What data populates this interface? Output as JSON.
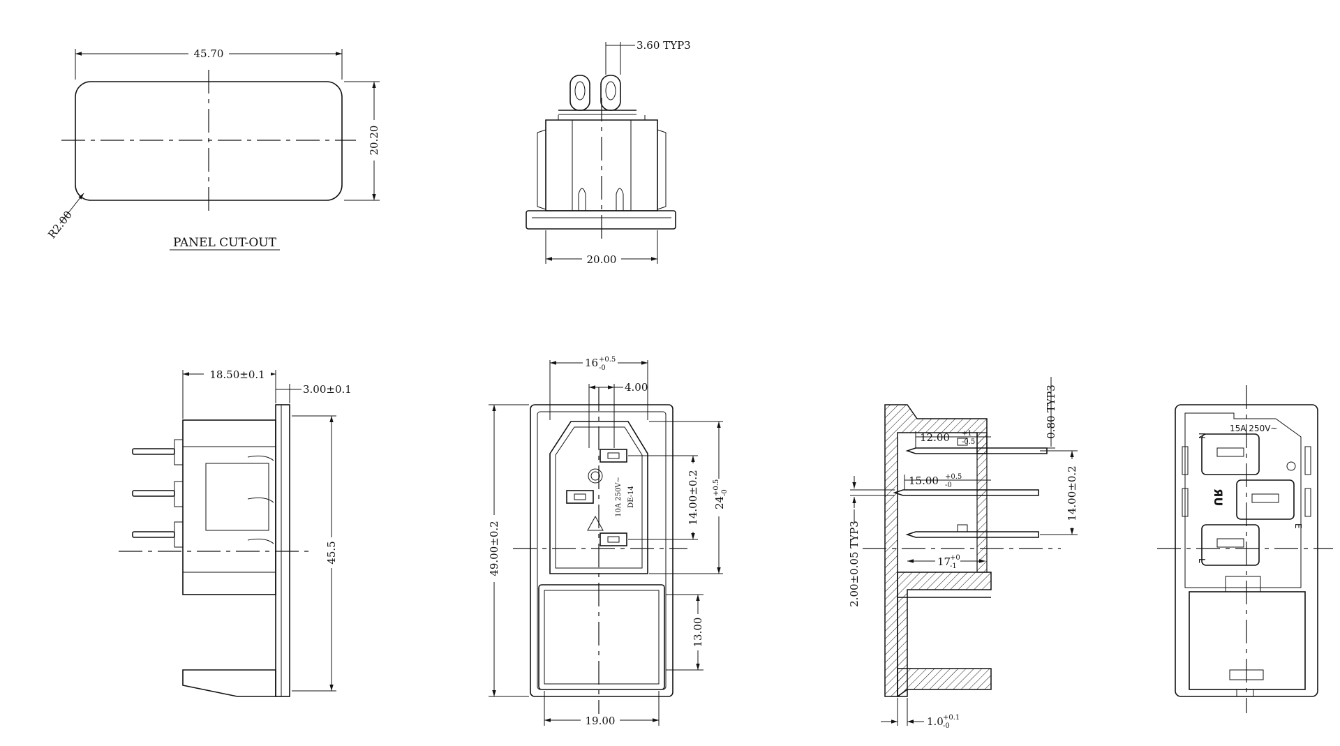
{
  "panel_cutout": {
    "title": "PANEL CUT-OUT",
    "width": "45.70",
    "height": "20.20",
    "radius": "R2.00"
  },
  "top_view": {
    "pin_pitch": "3.60 TYP3",
    "width": "20.00"
  },
  "side_view": {
    "depth": "18.50±0.1",
    "flange": "3.00±0.1",
    "height": "45.5"
  },
  "front_view": {
    "inlet_width": "16",
    "inlet_width_tol_upper": "+0.5",
    "inlet_width_tol_lower": "-0",
    "pin_offset": "4.00",
    "overall_height": "49.00±0.2",
    "pin_span": "14.00±0.2",
    "inlet_height": "24",
    "inlet_height_tol_upper": "+0.5",
    "inlet_height_tol_lower": "-0",
    "switch_height": "13.00",
    "switch_width": "19.00",
    "marking_line1": "10A 250V~",
    "marking_line2": "DE-14"
  },
  "section_view": {
    "pin_thickness": "0.80 TYP3",
    "pin_len_1": "12.00",
    "pin_len_1_tol_upper": "+1",
    "pin_len_1_tol_lower": "-0.5",
    "pin_len_2": "15.00",
    "pin_len_2_tol_upper": "+0.5",
    "pin_len_2_tol_lower": "-0",
    "pin_span": "14.00±0.2",
    "pin_len_3": "17",
    "pin_len_3_tol_upper": "+0",
    "pin_len_3_tol_lower": "-1",
    "pin_width": "2.00±0.05 TYP3",
    "wall": "1.0",
    "wall_tol_upper": "+0.1",
    "wall_tol_lower": "-0"
  },
  "rear_view": {
    "rating": "15A 250V~",
    "label_n": "N",
    "label_e": "E",
    "label_l": "L",
    "cert_mark": "ЯU"
  }
}
